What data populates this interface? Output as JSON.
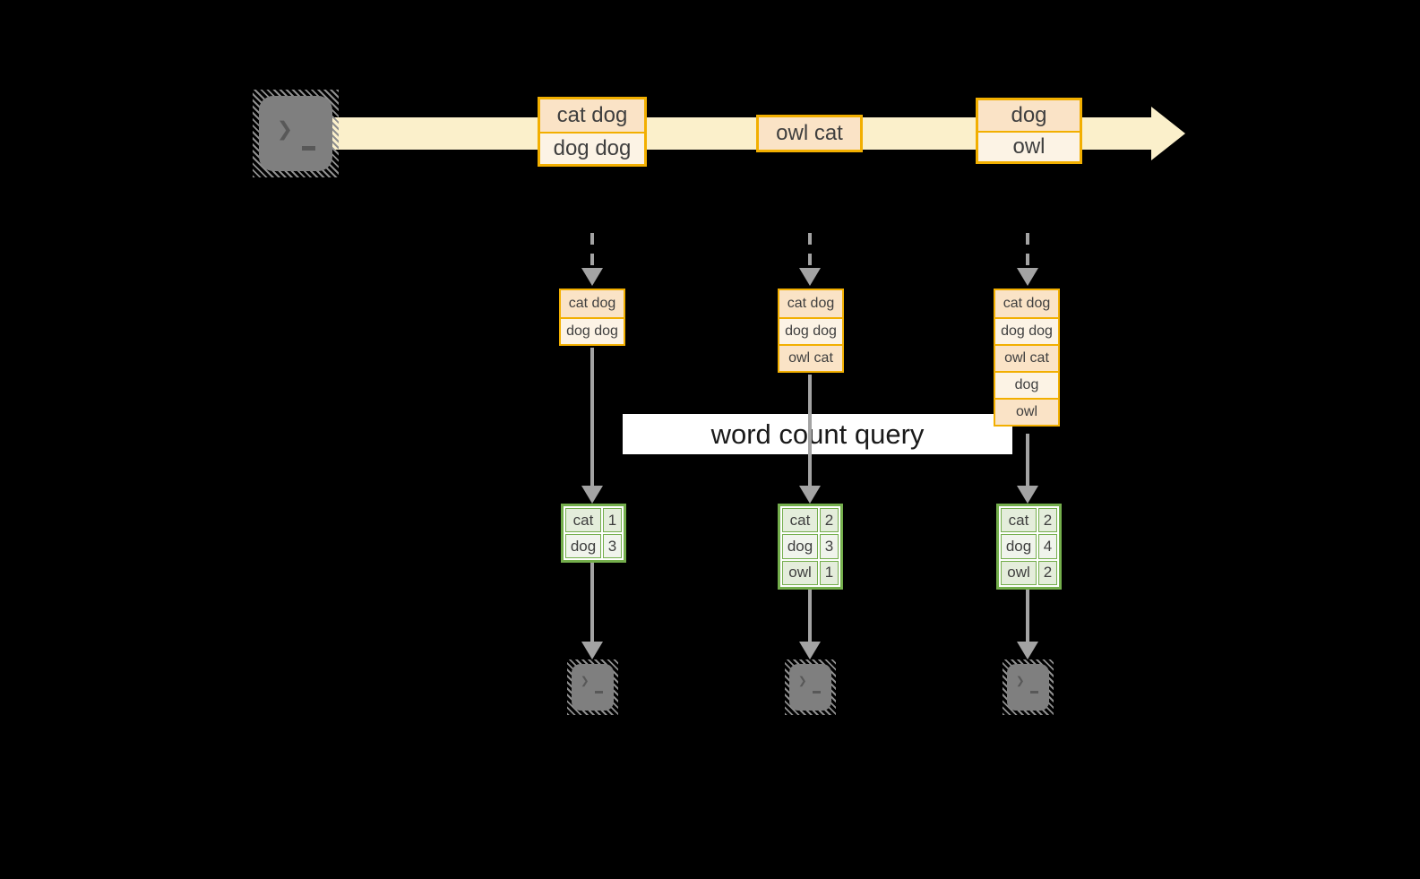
{
  "banner": {
    "label": "word count query"
  },
  "glyphs": {
    "prompt_chevron": "❯"
  },
  "stream": {
    "events": [
      {
        "rows": [
          "cat dog",
          "dog dog"
        ]
      },
      {
        "rows": [
          "owl cat"
        ]
      },
      {
        "rows": [
          "dog",
          "owl"
        ]
      }
    ]
  },
  "columns": [
    {
      "buffer": [
        "cat dog",
        "dog dog"
      ],
      "counts": [
        {
          "word": "cat",
          "count": "1"
        },
        {
          "word": "dog",
          "count": "3"
        }
      ]
    },
    {
      "buffer": [
        "cat dog",
        "dog dog",
        "owl cat"
      ],
      "counts": [
        {
          "word": "cat",
          "count": "2"
        },
        {
          "word": "dog",
          "count": "3"
        },
        {
          "word": "owl",
          "count": "1"
        }
      ]
    },
    {
      "buffer": [
        "cat dog",
        "dog dog",
        "owl cat",
        "dog",
        "owl"
      ],
      "counts": [
        {
          "word": "cat",
          "count": "2"
        },
        {
          "word": "dog",
          "count": "4"
        },
        {
          "word": "owl",
          "count": "2"
        }
      ]
    }
  ],
  "colors": {
    "stream_fill": "#FBF0CB",
    "event_border": "#F2AF00",
    "event_fill_dark": "#FAE3C6",
    "event_fill_light": "#FCF3E5",
    "table_border": "#74AE4C",
    "table_cell_dark": "#E4EDDB",
    "table_cell_light": "#F0F4EC",
    "arrow_gray": "#A3A3A3",
    "terminal_gray": "#7F7F7F",
    "banner_bg": "#FFFFFF",
    "text": "#3F3F3F"
  }
}
